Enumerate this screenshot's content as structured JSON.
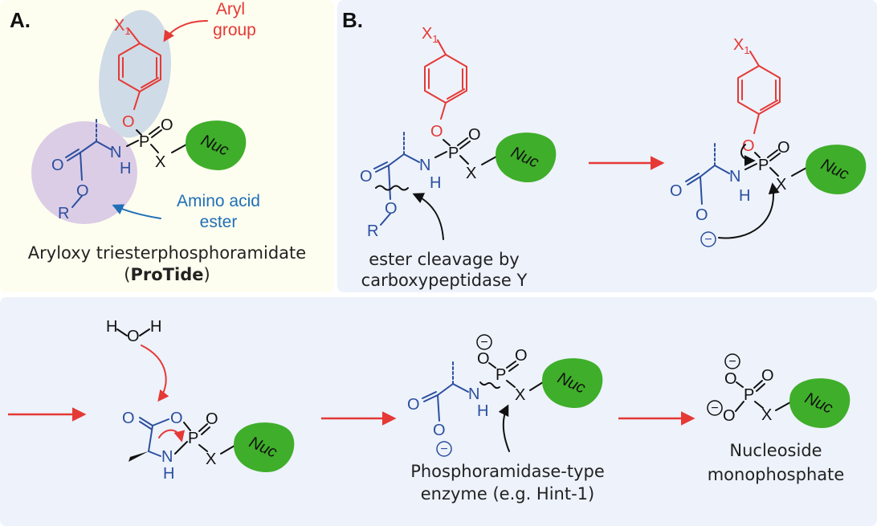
{
  "colors": {
    "panel_a_bg": "#fefef0",
    "panel_b_bg": "#edf2fb",
    "panel_c_bg": "#edf2fb",
    "red": "#e53935",
    "blue": "#2b4f9e",
    "arrow_blue": "#1f6fb7",
    "black": "#111111",
    "nuc_green": "#3fae2a",
    "aryl_highlight": "#cfdbe6",
    "amino_highlight": "#dccde6"
  },
  "panel_labels": {
    "a": "A.",
    "b": "B."
  },
  "panel_a": {
    "aryl_label_line1": "Aryl",
    "aryl_label_line2": "group",
    "amino_label_line1": "Amino acid",
    "amino_label_line2": "ester",
    "caption_line1": "Aryloxy triesterphosphoramidate",
    "caption_open": "(",
    "caption_bold": "ProTide",
    "caption_close": ")"
  },
  "atoms": {
    "X": "X",
    "sub1": "1",
    "O": "O",
    "P": "P",
    "N": "N",
    "H": "H",
    "R": "R",
    "nuc": "Nuc",
    "minus": "−"
  },
  "captions": {
    "ester_line1": "ester cleavage by",
    "ester_line2": "carboxypeptidase Y",
    "phosph_line1": "Phosphoramidase-type",
    "phosph_line2": "enzyme (e.g. Hint-1)",
    "nucleoside_line1": "Nucleoside",
    "nucleoside_line2": "monophosphate"
  },
  "icons": [
    "reaction-arrow-icon",
    "curved-arrow-icon",
    "nuc-blob-icon",
    "negative-charge-icon",
    "wavy-bond-icon"
  ]
}
